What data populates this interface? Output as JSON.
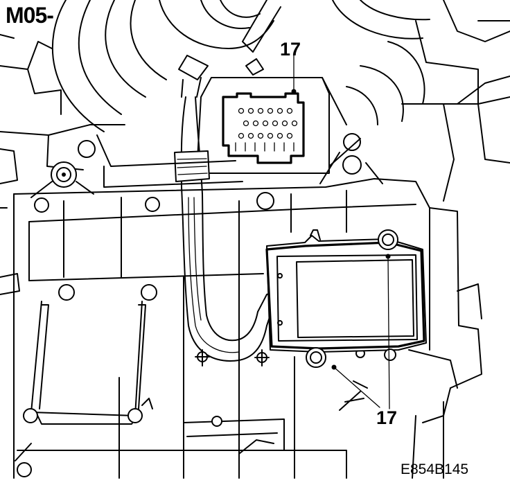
{
  "diagram": {
    "module_code": "M05-",
    "callouts": {
      "connector": "17",
      "module": "17"
    },
    "figure_code": "E854B145"
  }
}
